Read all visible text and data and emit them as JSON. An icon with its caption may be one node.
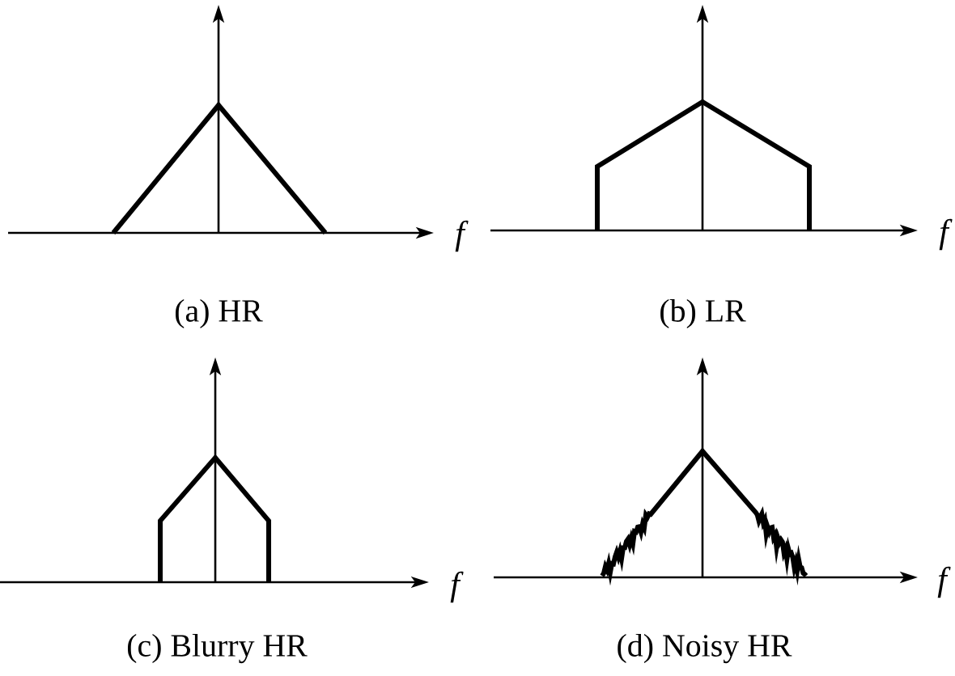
{
  "diagram": {
    "labels": [
      "f",
      "f",
      "(a) HR",
      "(b) LR",
      "f",
      "f",
      "(c) Blurry HR",
      "(d) Noisy HR"
    ]
  }
}
